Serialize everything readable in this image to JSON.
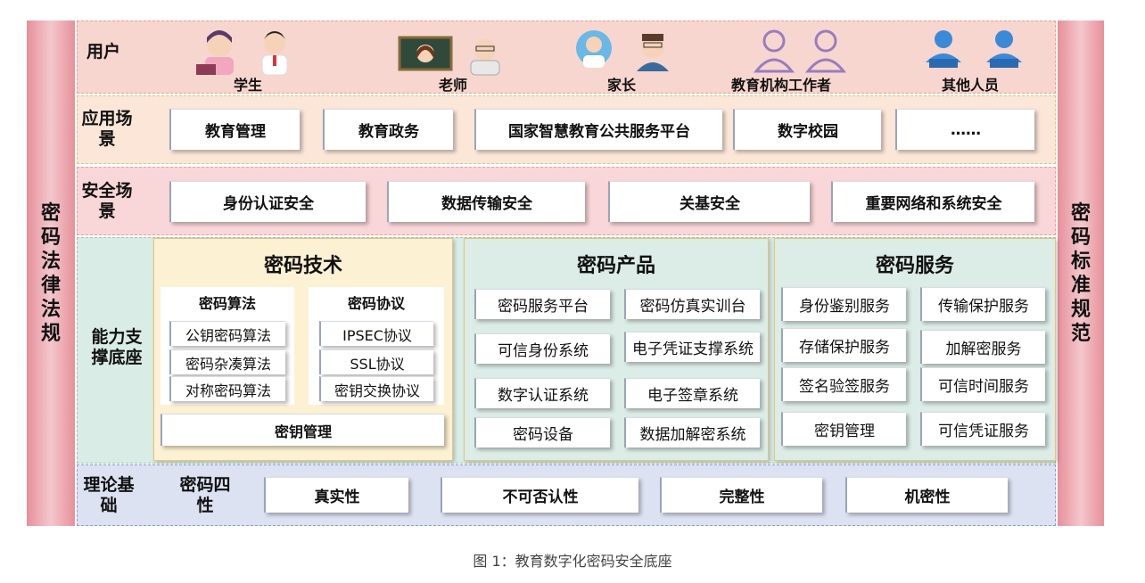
{
  "left_side": "密码法律法规",
  "right_side": "密码标准规范",
  "rows": {
    "users": {
      "label": "用户",
      "items": [
        "学生",
        "老师",
        "家长",
        "教育机构工作者",
        "其他人员"
      ]
    },
    "scenes": {
      "label": "应用场景",
      "items": [
        "教育管理",
        "教育政务",
        "国家智慧教育公共服务平台",
        "数字校园",
        "……"
      ]
    },
    "security": {
      "label": "安全场景",
      "items": [
        "身份认证安全",
        "数据传输安全",
        "关基安全",
        "重要网络和系统安全"
      ]
    },
    "capability": {
      "label": "能力支撑底座"
    },
    "theory": {
      "label": "理论基础",
      "four": "密码四性",
      "items": [
        "真实性",
        "不可否认性",
        "完整性",
        "机密性"
      ]
    }
  },
  "tech": {
    "title": "密码技术",
    "algorithms": {
      "title": "密码算法",
      "items": [
        "公钥密码算法",
        "密码杂凑算法",
        "对称密码算法"
      ]
    },
    "protocols": {
      "title": "密码协议",
      "items": [
        "IPSEC协议",
        "SSL协议",
        "密钥交换协议"
      ]
    },
    "key_mgmt": "密钥管理"
  },
  "products": {
    "title": "密码产品",
    "items": [
      "密码服务平台",
      "密码仿真实训台",
      "可信身份系统",
      "电子凭证支撑系统",
      "数字认证系统",
      "电子签章系统",
      "密码设备",
      "数据加解密系统"
    ]
  },
  "services": {
    "title": "密码服务",
    "items": [
      "身份鉴别服务",
      "传输保护服务",
      "存储保护服务",
      "加解密服务",
      "签名验签服务",
      "可信时间服务",
      "密钥管理",
      "可信凭证服务"
    ]
  },
  "caption": "图 1：教育数字化密码安全底座"
}
